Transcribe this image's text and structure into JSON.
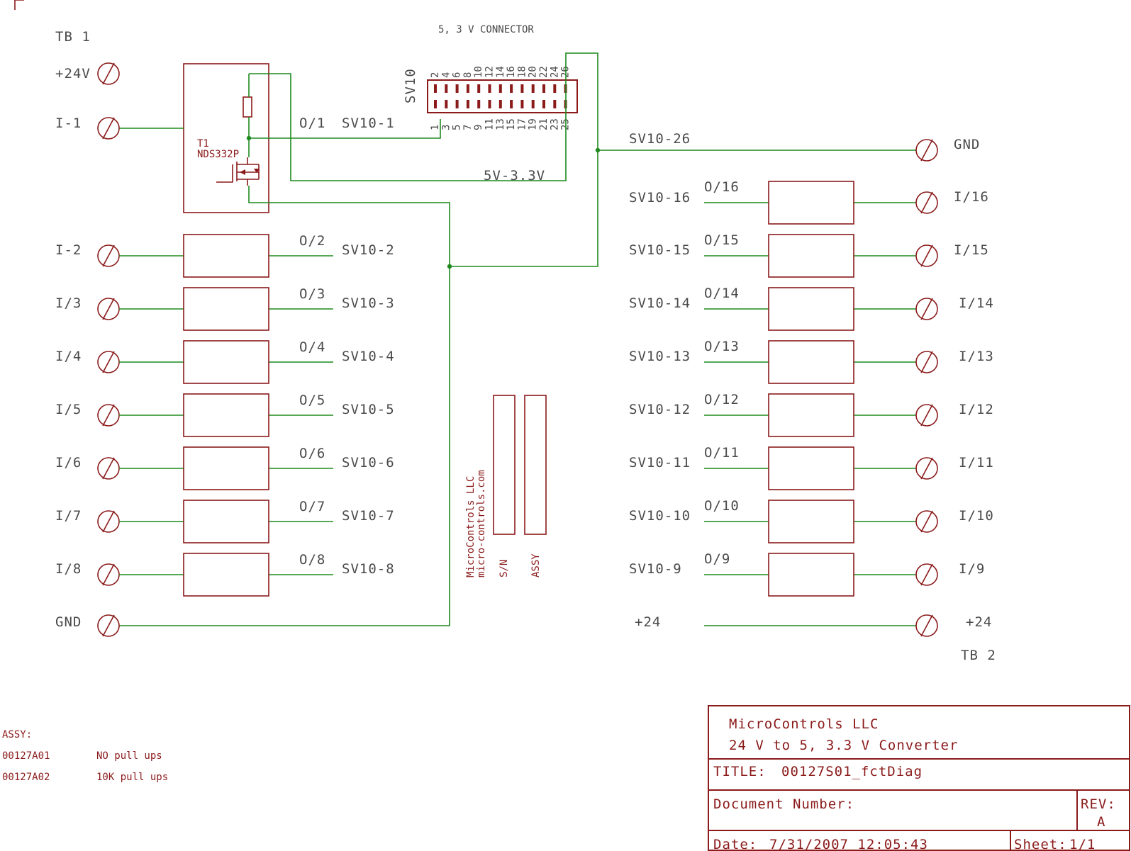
{
  "tb1": {
    "name": "TB 1",
    "v24": "+24V",
    "gnd": "GND",
    "inputs": [
      "I-1",
      "I-2",
      "I/3",
      "I/4",
      "I/5",
      "I/6",
      "I/7",
      "I/8"
    ],
    "outputs": [
      "O/1",
      "O/2",
      "O/3",
      "O/4",
      "O/5",
      "O/6",
      "O/7",
      "O/8"
    ],
    "sv": [
      "SV10-1",
      "SV10-2",
      "SV10-3",
      "SV10-4",
      "SV10-5",
      "SV10-6",
      "SV10-7",
      "SV10-8"
    ]
  },
  "transistor": {
    "ref": "T1",
    "part": "NDS332P"
  },
  "connector": {
    "title": "5, 3 V CONNECTOR",
    "ref": "SV10",
    "top_pins": [
      "2",
      "4",
      "6",
      "8",
      "10",
      "12",
      "14",
      "16",
      "18",
      "20",
      "22",
      "24",
      "26"
    ],
    "bottom_pins": [
      "1",
      "3",
      "5",
      "7",
      "9",
      "11",
      "13",
      "15",
      "17",
      "19",
      "21",
      "23",
      "25"
    ]
  },
  "nets": {
    "supply": "5V-3.3V",
    "ground_wire": "SV10-26",
    "ground_terminal": "GND"
  },
  "tb2": {
    "name": "TB 2",
    "sv": [
      "SV10-16",
      "SV10-15",
      "SV10-14",
      "SV10-13",
      "SV10-12",
      "SV10-11",
      "SV10-10",
      "SV10-9"
    ],
    "outputs": [
      "O/16",
      "O/15",
      "O/14",
      "O/13",
      "O/12",
      "O/11",
      "O/10",
      "O/9"
    ],
    "inputs": [
      "I/16",
      "I/15",
      "I/14",
      "I/13",
      "I/12",
      "I/11",
      "I/10",
      "I/9"
    ],
    "v24_left": "+24",
    "v24_right": "+24"
  },
  "labels": {
    "company": "MicroControls LLC",
    "website": "micro-controls.com",
    "sn": "S/N",
    "assy": "ASSY"
  },
  "assy_table": {
    "heading": "ASSY:",
    "rows": [
      {
        "part": "00127A01",
        "desc": "NO pull ups"
      },
      {
        "part": "00127A02",
        "desc": "10K pull ups"
      }
    ]
  },
  "title_block": {
    "company": "MicroControls  LLC",
    "product": "24 V to 5, 3.3 V Converter",
    "title_label": "TITLE:",
    "title_value": "00127S01_fctDiag",
    "docnum_label": "Document Number:",
    "rev_label": "REV:",
    "rev_value": "A",
    "date_label": "Date:",
    "date_value": "7/31/2007 12:05:43",
    "sheet_label": "Sheet:",
    "sheet_value": "1/1"
  }
}
